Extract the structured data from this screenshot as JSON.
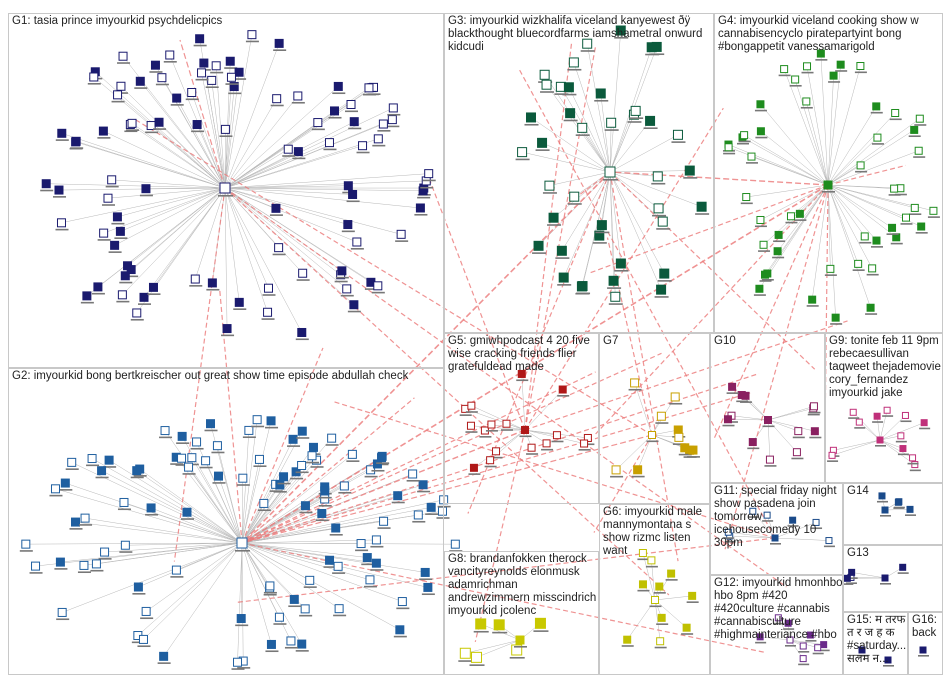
{
  "groups": [
    {
      "id": "G1",
      "label": "G1: tasia prince imyourkid psychdelicpics",
      "color": "#1a1a6e"
    },
    {
      "id": "G2",
      "label": "G2: imyourkid bong bertkreischer out great show time episode abdullah check",
      "color": "#1f5fa0"
    },
    {
      "id": "G3",
      "label": "G3: imyourkid wizkhalifa viceland kanyewest ðÿ blackthought bluecordfarms iamshametral onwurd kidcudi",
      "color": "#0b5a3c"
    },
    {
      "id": "G4",
      "label": "G4: imyourkid viceland cooking show w cannabisencyclo piratepartyint bong #bongappetit vanessamarigold",
      "color": "#1e8c1e"
    },
    {
      "id": "G5",
      "label": "G5: gmiwhpodcast 4 20 five wise cracking friends flier gratefuldead made",
      "color": "#b01818"
    },
    {
      "id": "G6",
      "label": "G6: imyourkid male mannymontana s show rizmc listen want",
      "color": "#c0c000"
    },
    {
      "id": "G7",
      "label": "G7",
      "color": "#c8a000"
    },
    {
      "id": "G8",
      "label": "G8: brandanfokken therock vancityreynolds elonmusk adamrichman andrewzimmern misscindrich imyourkid jcolenc",
      "color": "#c8c800"
    },
    {
      "id": "G9",
      "label": "G9: tonite feb 11 9pm rebecaesullivan taqweet thejademovie cory_fernandez imyourkid jake",
      "color": "#c0307a"
    },
    {
      "id": "G10",
      "label": "G10",
      "color": "#8a2060"
    },
    {
      "id": "G11",
      "label": "G11: special friday night show pasadena join tomorrow icehousecomedy 10 30pm",
      "color": "#6a2a8a"
    },
    {
      "id": "G12",
      "label": "G12: imyourkid hmonhbo hbo 8pm #420 #420culture #cannabis #cannabisculture #highmainteriance #hbo",
      "color": "#1a4a8a"
    },
    {
      "id": "G13",
      "label": "G13",
      "color": "#1a1a6e"
    },
    {
      "id": "G14",
      "label": "G14",
      "color": "#1a4a8a"
    },
    {
      "id": "G15",
      "label": "G15: म तरफ त र ज ह क #saturday... सलम न...",
      "color": "#1a1a6e"
    },
    {
      "id": "G16",
      "label": "G16: back",
      "color": "#1a1a6e"
    }
  ]
}
